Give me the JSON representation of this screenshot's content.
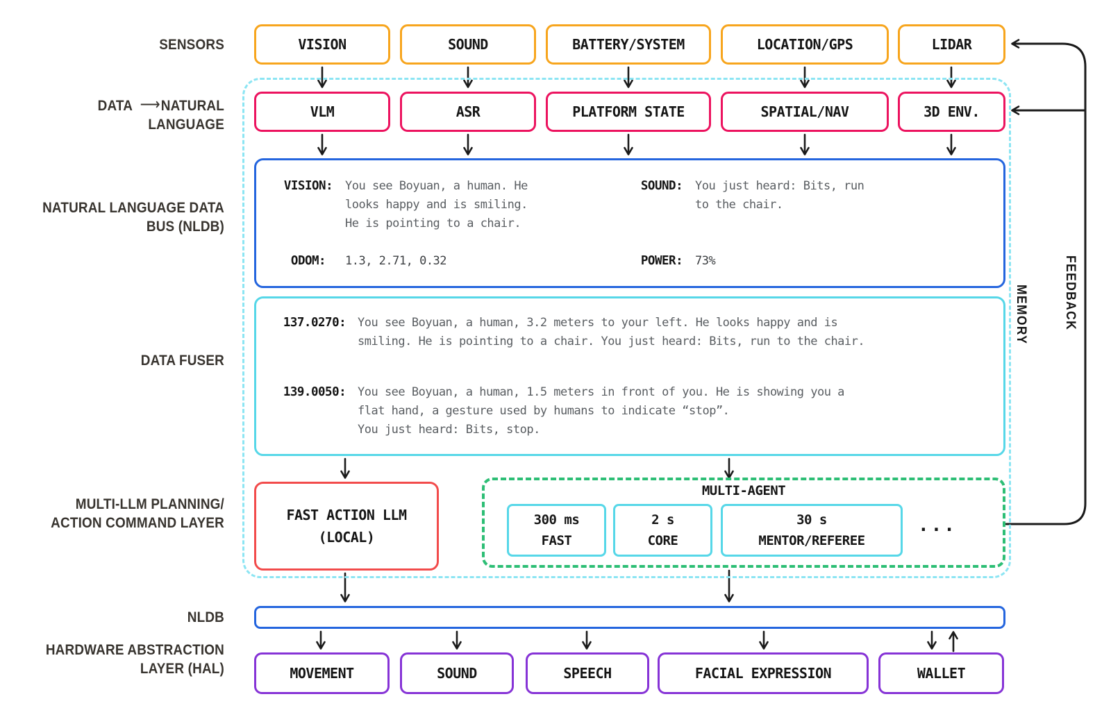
{
  "left_labels": {
    "sensors": "SENSORS",
    "data_word": "DATA",
    "arrow_glyph": "⟶",
    "natural_word": "NATURAL",
    "language_word": "LANGUAGE",
    "nldb_line1": "NATURAL LANGUAGE DATA",
    "nldb_line2": "BUS (NLDB)",
    "data_fuser": "DATA FUSER",
    "planning_line1": "MULTI-LLM PLANNING/",
    "planning_line2": "ACTION COMMAND LAYER",
    "nldb_bar": "NLDB",
    "hal_line1": "HARDWARE ABSTRACTION",
    "hal_line2": "LAYER (HAL)"
  },
  "side_labels": {
    "memory": "MEMORY",
    "feedback": "FEEDBACK"
  },
  "sensors": [
    {
      "label": "VISION"
    },
    {
      "label": "SOUND"
    },
    {
      "label": "BATTERY/SYSTEM"
    },
    {
      "label": "LOCATION/GPS"
    },
    {
      "label": "LIDAR"
    }
  ],
  "converters": [
    {
      "label": "VLM"
    },
    {
      "label": "ASR"
    },
    {
      "label": "PLATFORM STATE"
    },
    {
      "label": "SPATIAL/NAV"
    },
    {
      "label": "3D ENV."
    }
  ],
  "nldb": {
    "vision_key": "VISION:",
    "vision_lines": [
      "You see Boyuan, a human. He",
      "looks happy and is smiling.",
      "He is pointing to a chair."
    ],
    "sound_key": "SOUND:",
    "sound_lines": [
      "You just heard: Bits, run",
      "to the chair."
    ],
    "odom_key": "ODOM:",
    "odom_value": "1.3, 2.71, 0.32",
    "power_key": "POWER:",
    "power_value": "73%"
  },
  "fuser": {
    "entries": [
      {
        "time": "137.0270:",
        "lines": [
          "You see Boyuan, a human, 3.2 meters to your left. He looks happy and is",
          "smiling. He is pointing to a chair. You just heard: Bits, run to the chair."
        ]
      },
      {
        "time": "139.0050:",
        "lines": [
          "You see Boyuan, a human, 1.5 meters in front of you. He is showing you a",
          "flat hand, a gesture used by humans to indicate “stop”.",
          "You just heard: Bits, stop."
        ]
      }
    ]
  },
  "planning": {
    "fast_llm_line1": "FAST ACTION LLM",
    "fast_llm_line2": "(LOCAL)",
    "multi_agent_title": "MULTI-AGENT",
    "agents": [
      {
        "line1": "300 ms",
        "line2": "FAST"
      },
      {
        "line1": "2 s",
        "line2": "CORE"
      },
      {
        "line1": "30 s",
        "line2": "MENTOR/REFEREE"
      }
    ],
    "ellipsis": "..."
  },
  "hal": [
    {
      "label": "MOVEMENT"
    },
    {
      "label": "SOUND"
    },
    {
      "label": "SPEECH"
    },
    {
      "label": "FACIAL EXPRESSION"
    },
    {
      "label": "WALLET"
    }
  ],
  "palette": {
    "sensor_border": "#F7A51D",
    "converter_border": "#EC135F",
    "nldb_border": "#2465DE",
    "fuser_border": "#56D7E8",
    "outer_dashed": "#8CE5F3",
    "multi_agent_dashed": "#2DBE75",
    "fast_llm_border": "#F24B4B",
    "hal_border": "#8633D6",
    "arrow": "#1A1A1A",
    "body_text": "#595D61",
    "label_text": "#38342F"
  }
}
